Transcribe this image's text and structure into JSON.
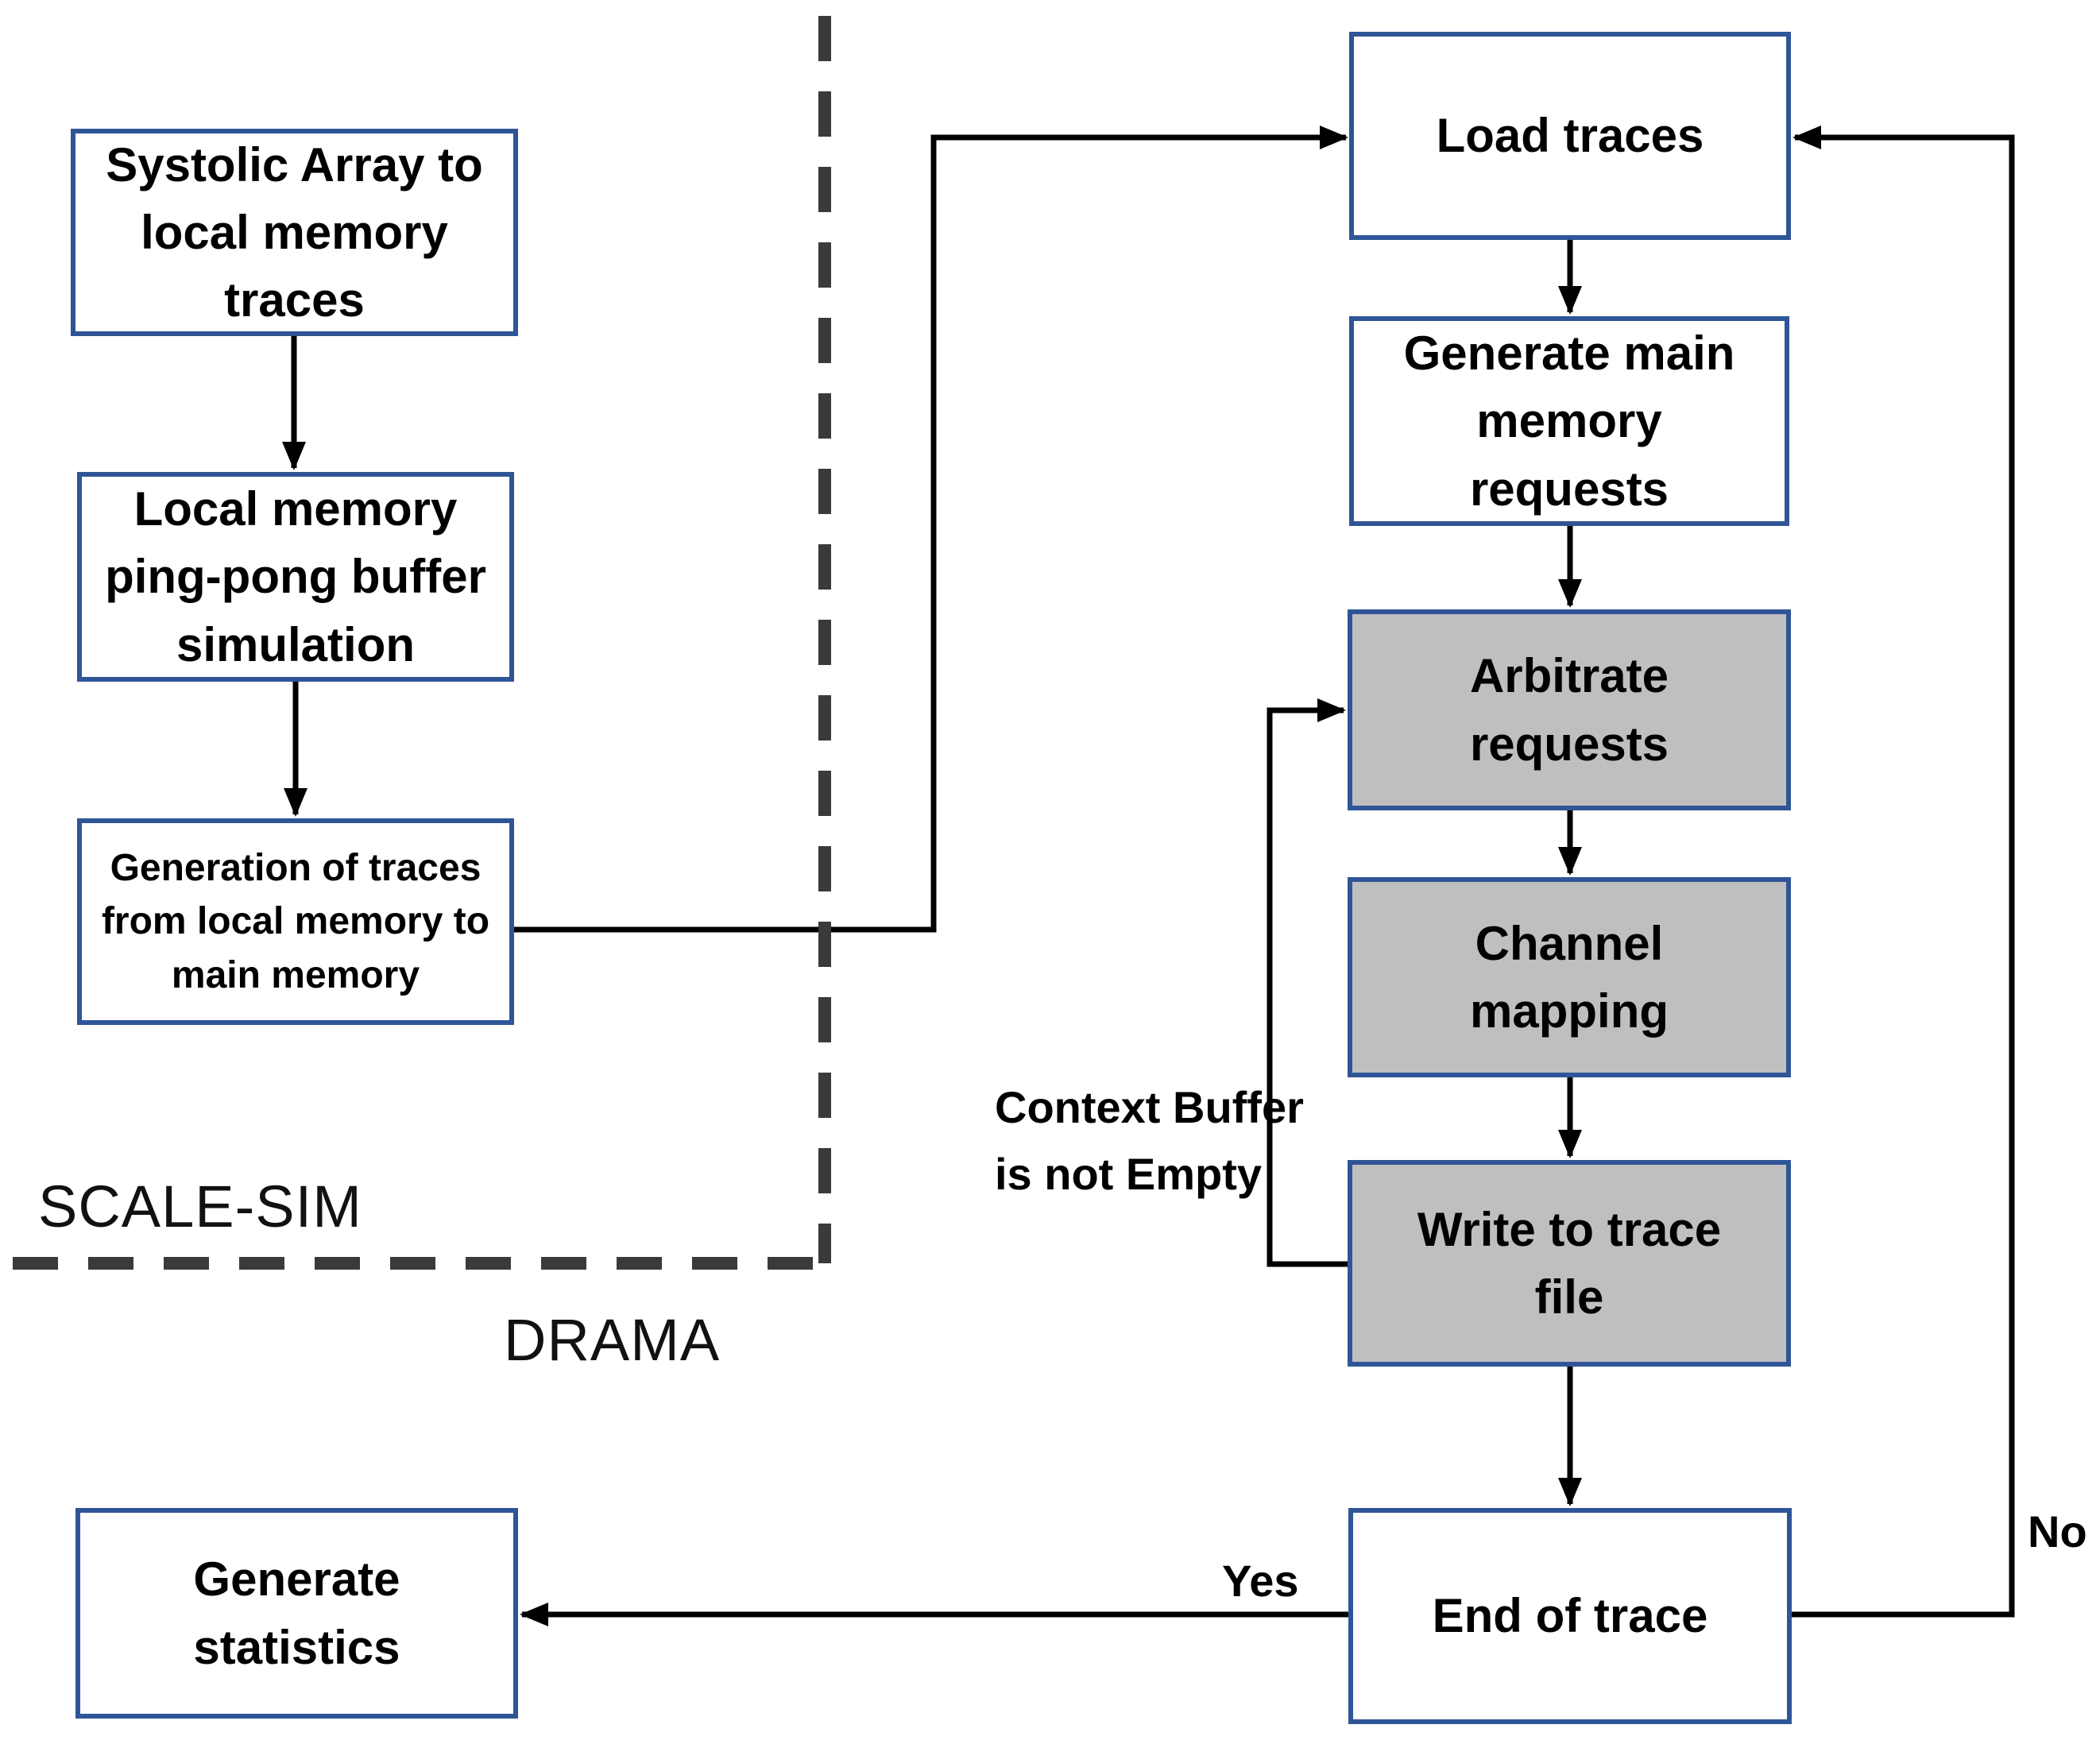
{
  "diagram": {
    "region_labels": {
      "scale_sim": "SCALE-SIM",
      "drama": "DRAMA"
    },
    "nodes": {
      "systolic": "Systolic Array to\nlocal memory\ntraces",
      "pingpong": "Local memory\nping-pong buffer\nsimulation",
      "gen_traces": "Generation of traces\nfrom local memory to\nmain memory",
      "load_traces": "Load traces",
      "gen_main_mem": "Generate main\nmemory\nrequests",
      "arbitrate": "Arbitrate\nrequests",
      "channel_map": "Channel\nmapping",
      "write_trace": "Write to trace\nfile",
      "end_of_trace": "End of trace",
      "gen_stats": "Generate\nstatistics"
    },
    "edge_labels": {
      "context_loop": "Context Buffer\nis not Empty",
      "yes": "Yes",
      "no": "No"
    },
    "colors": {
      "box_border_blue": "#2F5597",
      "gray_box_fill": "#BFBFBF",
      "white_box_fill": "#FFFFFF",
      "dashed_divider": "#3A3A3A",
      "connector_black": "#000000"
    }
  }
}
